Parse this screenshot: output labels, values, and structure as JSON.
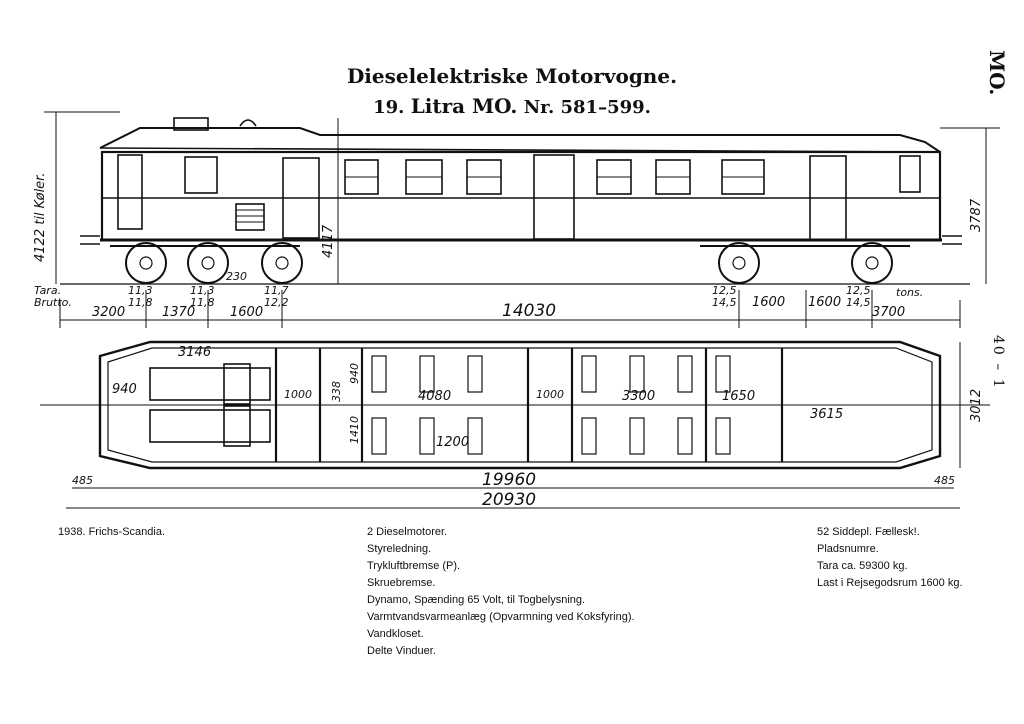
{
  "title": "Dieselelektriske Motorvogne.",
  "subtitle": {
    "number": "19.",
    "litra": "Litra MO.",
    "range": "Nr. 581–599."
  },
  "code": "MO.",
  "sheet": "40 – 1",
  "dimensions": {
    "height_left": "4122 til Køler.",
    "height_mid": "4117",
    "height_right": "3787",
    "width_plan": "3012",
    "tara_label": "Tara.",
    "brutto_label": "Brutto.",
    "tons_label": "tons.",
    "axle_loads": [
      {
        "tara": "11,3",
        "brutto": "11,8"
      },
      {
        "tara": "11,3",
        "brutto": "11,8"
      },
      {
        "tara": "11,7",
        "brutto": "12,2"
      },
      {
        "tara": "12,5",
        "brutto": "14,5"
      },
      {
        "tara": "12,5",
        "brutto": "14,5"
      }
    ],
    "axle_spacing": [
      "3200",
      "1370",
      "1600",
      "14030",
      "1600",
      "1600",
      "3700"
    ],
    "wheel_gap": "230",
    "plan": [
      "3146",
      "940",
      "1000",
      "338",
      "940",
      "1410",
      "4080",
      "1200",
      "1000",
      "3300",
      "1650",
      "3615"
    ],
    "overall": [
      "485",
      "19960",
      "485",
      "20930"
    ]
  },
  "notes": {
    "left": [
      "1938. Frichs-Scandia."
    ],
    "middle": [
      "2 Dieselmotorer.",
      "Styreledning.",
      "Trykluftbremse (P).",
      "Skruebremse.",
      "Dynamo, Spænding 65 Volt, til Togbelysning.",
      "Varmtvandsvarmeanlæg (Opvarmning ved Koksfyring).",
      "Vandkloset.",
      "Delte Vinduer."
    ],
    "right": [
      "52 Siddepl. Fællesk!.",
      "Pladsnumre.",
      "Tara ca. 59300 kg.",
      "Last i Rejsegodsrum 1600 kg."
    ]
  }
}
